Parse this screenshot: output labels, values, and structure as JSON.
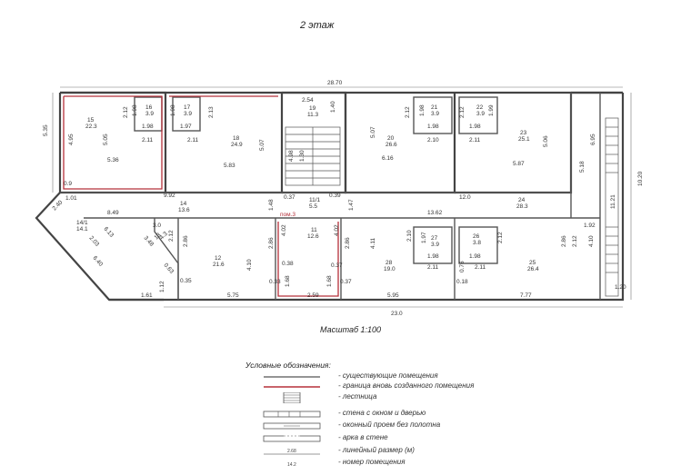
{
  "title": "2 этаж",
  "scale": "Масштаб 1:100",
  "legend": {
    "title": "Условные обозначения:",
    "items": [
      {
        "label": "- существующие помещения",
        "icon": "existing-room-line"
      },
      {
        "label": "- граница вновь созданного помещения",
        "icon": "new-room-border"
      },
      {
        "label": "- лестница",
        "icon": "stair-icon"
      },
      {
        "label": "- стена с окном и дверью",
        "icon": "wall-window-door"
      },
      {
        "label": "- оконный проем без полотна",
        "icon": "window-opening"
      },
      {
        "label": "- арка в стене",
        "icon": "arch-in-wall"
      },
      {
        "label": "- линейный размер  (м)",
        "icon": "linear-dimension",
        "sample": "2.68"
      },
      {
        "label": "- номер помещения",
        "icon": "room-number",
        "sample": "14.2"
      }
    ]
  },
  "colors": {
    "wall": "#444444",
    "new_border": "#b5303a",
    "dim": "#666666"
  },
  "dimensions": {
    "overall_top": "28.70",
    "overall_bottom": "23.0",
    "left_height": "5.35",
    "right_height": "10.20",
    "right_bottom": "1.20"
  },
  "rooms": [
    {
      "id": "room-15",
      "num": "15",
      "area": "22.3"
    },
    {
      "id": "room-16",
      "num": "16",
      "area": "3.9"
    },
    {
      "id": "room-17",
      "num": "17",
      "area": "3.9"
    },
    {
      "id": "room-18",
      "num": "18",
      "area": "24.9"
    },
    {
      "id": "room-19",
      "num": "19",
      "area": "11.3"
    },
    {
      "id": "room-20",
      "num": "20",
      "area": "26.6"
    },
    {
      "id": "room-21",
      "num": "21",
      "area": "3.9"
    },
    {
      "id": "room-22",
      "num": "22",
      "area": "3.9"
    },
    {
      "id": "room-23",
      "num": "23",
      "area": "25.1"
    },
    {
      "id": "room-14",
      "num": "14",
      "area": "13.6"
    },
    {
      "id": "room-24",
      "num": "24",
      "area": "28.3"
    },
    {
      "id": "room-11-1",
      "num": "11/1",
      "area": "5.5"
    },
    {
      "id": "room-14-1",
      "num": "14/1",
      "area": "14.1"
    },
    {
      "id": "room-13",
      "num": "13",
      "area": "4.3"
    },
    {
      "id": "room-12",
      "num": "12",
      "area": "21.6"
    },
    {
      "id": "room-11",
      "num": "11",
      "area": "12.6"
    },
    {
      "id": "room-28",
      "num": "28",
      "area": "19.0"
    },
    {
      "id": "room-27",
      "num": "27",
      "area": "3.9"
    },
    {
      "id": "room-26",
      "num": "26",
      "area": "3.8"
    },
    {
      "id": "room-25",
      "num": "25",
      "area": "26.4"
    }
  ],
  "pom_label": "пом.3",
  "dims": [
    "4.95",
    "5.05",
    "5.36",
    "2.12",
    "1.98",
    "1.98",
    "2.11",
    "1.98",
    "2.13",
    "1.97",
    "2.11",
    "5.07",
    "5.83",
    "2.54",
    "1.40",
    "4.98",
    "1.30",
    "5.07",
    "6.16",
    "2.12",
    "1.98",
    "1.98",
    "2.10",
    "2.12",
    "1.99",
    "1.98",
    "2.11",
    "5.06",
    "5.87",
    "6.95",
    "5.18",
    "0.9",
    "9.92",
    "0.37",
    "1.48",
    "0.39",
    "1.47",
    "12.0",
    "2.40",
    "1.01",
    "8.49",
    "3.0",
    "13.62",
    "1.92",
    "11.21",
    "6.13",
    "2.03",
    "6.40",
    "2.86",
    "3.48",
    "2.12",
    "0.63",
    "1.61",
    "1.12",
    "0.35",
    "5.75",
    "4.10",
    "2.86",
    "0.38",
    "0.33",
    "1.68",
    "4.02",
    "4.02",
    "2.86",
    "0.37",
    "1.68",
    "2.59",
    "0.37",
    "4.11",
    "2.10",
    "1.97",
    "1.98",
    "2.11",
    "5.95",
    "1.98",
    "2.12",
    "0.76",
    "0.18",
    "2.11",
    "2.86",
    "2.12",
    "4.10",
    "7.77"
  ]
}
